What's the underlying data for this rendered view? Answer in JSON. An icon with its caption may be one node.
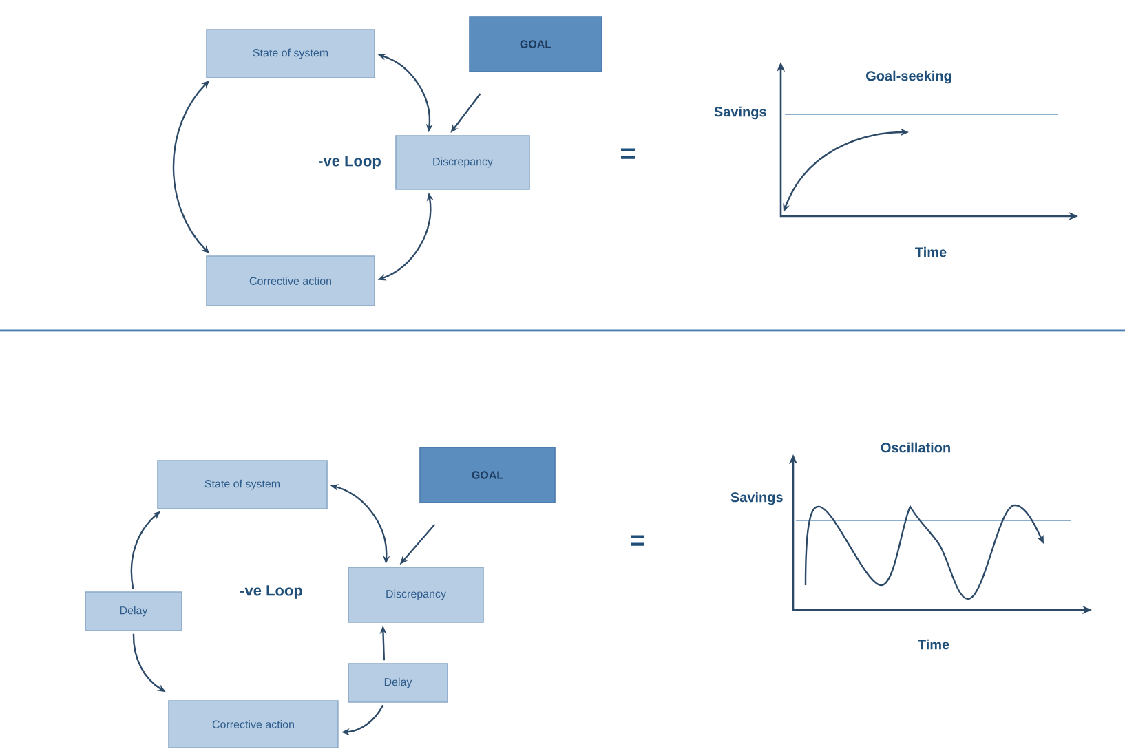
{
  "diagram": {
    "nodes": [
      {
        "text": [
          "State of system"
        ]
      },
      {
        "text": [
          "GOAL"
        ]
      },
      {
        "text": [
          "Discrepancy"
        ]
      },
      {
        "text": [
          "Corrective action"
        ]
      },
      {
        "text": [
          "State of system"
        ]
      },
      {
        "text": [
          "GOAL"
        ]
      },
      {
        "text": [
          "Discrepancy"
        ]
      },
      {
        "text": [
          "Delay"
        ]
      },
      {
        "text": [
          "Delay"
        ]
      },
      {
        "text": [
          "Corrective action"
        ]
      }
    ],
    "edges": [
      {
        "from": 0,
        "to": 2,
        "arrow": "both"
      },
      {
        "from": 1,
        "to": 2,
        "arrow": "to"
      },
      {
        "from": 2,
        "to": 3,
        "arrow": "both"
      },
      {
        "from": 0,
        "to": 3,
        "arrow": "both"
      },
      {
        "from": 4,
        "to": 6,
        "arrow": "both"
      },
      {
        "from": 5,
        "to": 6,
        "arrow": "to"
      },
      {
        "from": 7,
        "to": 4,
        "arrow": "to"
      },
      {
        "from": 7,
        "to": 9,
        "arrow": "to"
      },
      {
        "from": 8,
        "to": 6,
        "arrow": "to"
      },
      {
        "from": 8,
        "to": 9,
        "arrow": "to"
      }
    ],
    "labels": [
      "Goal-seeking",
      "Savings",
      "-ve Loop",
      "=",
      "Time",
      "Oscillation",
      "Savings",
      "-ve Loop",
      "=",
      "Time"
    ]
  }
}
